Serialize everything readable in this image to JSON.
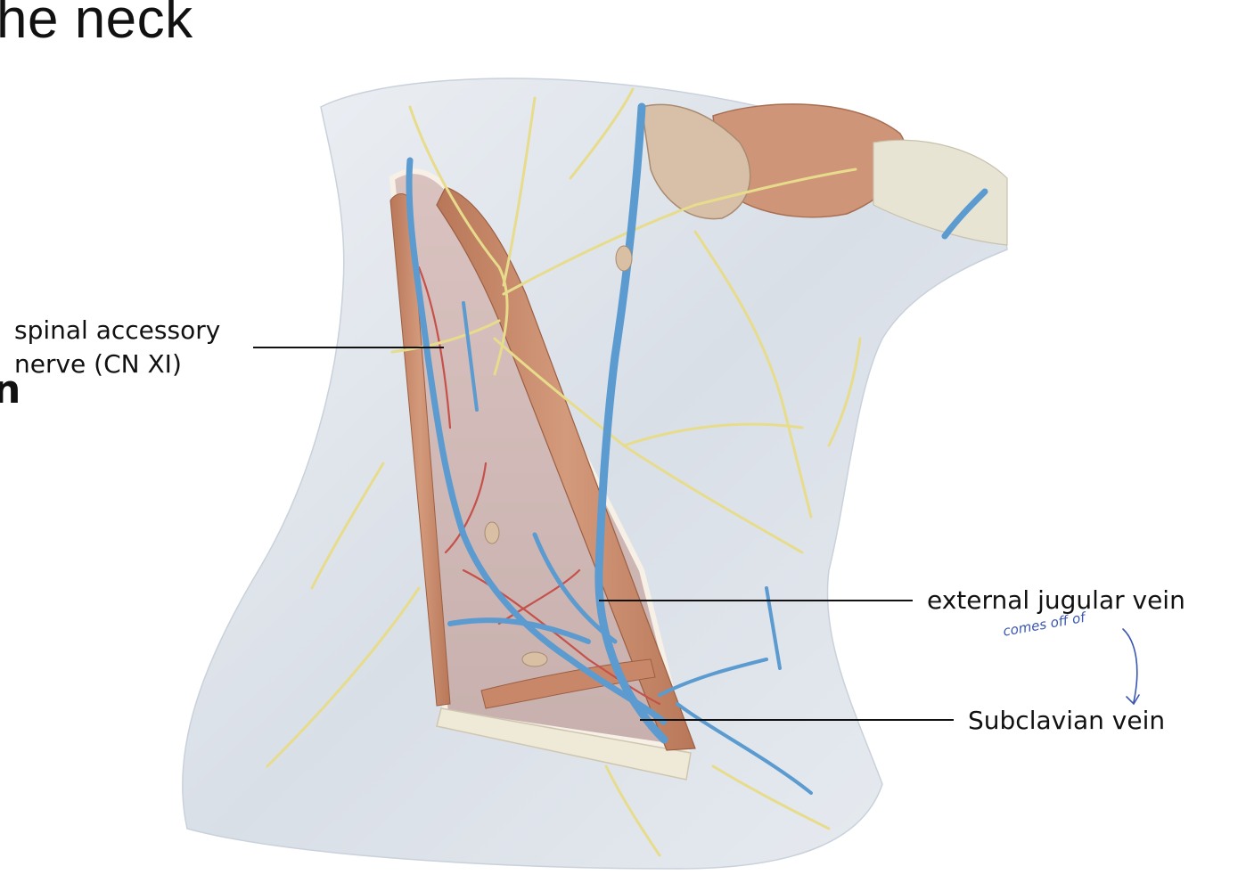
{
  "title": "he neck",
  "stray_char": "n",
  "labels": {
    "spinal_accessory_line1": "spinal accessory",
    "spinal_accessory_line2": "nerve (CN XI)",
    "external_jugular": "external jugular vein",
    "subclavian": "Subclavian vein"
  },
  "handwritten_note": "comes off of",
  "colors": {
    "vein": "#5b9bd0",
    "muscle": "#c98a6b",
    "nerve": "#e7dc8c",
    "artery": "#c6504a",
    "fascia": "#dfe5ec",
    "annotation_ink": "#3a56b0"
  }
}
